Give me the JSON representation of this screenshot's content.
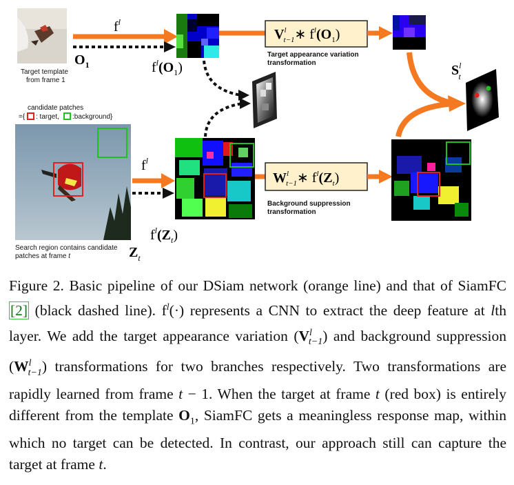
{
  "figure": {
    "label_f": "f",
    "sup_l": "l",
    "label_O1": "O",
    "sub_1": "1",
    "label_fO1_pre": "f",
    "label_fO1_mid": "(O",
    "label_fO1_end": ")",
    "label_fZt_pre": "f",
    "label_fZt_mid": "(Z",
    "label_fZt_end": ")",
    "sub_t": "t",
    "label_Zt": "Z",
    "label_St": "S",
    "template_caption_1": "Target template",
    "template_caption_2": "from frame 1",
    "candidate_line1": "candidate patches",
    "candidate_line2a": "={",
    "candidate_target": ": target,",
    "candidate_background": ":background}",
    "search_caption_1": "Search region contains candidate",
    "search_caption_2": "patches at frame ",
    "search_caption_t": "t",
    "box_V_main": "V",
    "box_V_sub": "t−1",
    "box_V_rest": "∗ f",
    "box_V_arg": "(O",
    "box_W_main": "W",
    "box_W_sub": "t−1",
    "box_W_rest": "∗ f",
    "box_W_arg": "(Z",
    "variation_caption_1": "Target appearance variation",
    "variation_caption_2": "transformation",
    "suppression_caption_1": "Background suppression",
    "suppression_caption_2": "transformation",
    "colors": {
      "orange": "#f47920",
      "target_box": "#e02020",
      "background_box": "#20c020",
      "transform_box_fill": "#fff1cc",
      "transform_box_stroke": "#222222"
    }
  },
  "caption": {
    "p1": "Figure 2. Basic pipeline of our DSiam network (orange line) and that of SiamFC ",
    "ref": "[2]",
    "p2": " (black dashed line). f",
    "p2_sup": "l",
    "p3": "(·) represents a CNN to extract the deep feature at ",
    "p3_l": "l",
    "p4": "th layer. We add the target appearance variation (",
    "v_sym": "V",
    "v_sup": "l",
    "v_sub": "t−1",
    "p5": ") and background suppression (",
    "w_sym": "W",
    "w_sup": "l",
    "w_sub": "t−1",
    "p6": ") transformations for two branches respectively.  Two transformations are rapidly learned from frame ",
    "p6_t": "t",
    "p7": " − 1. When the target at frame ",
    "p7_t": "t",
    "p8": " (red box) is entirely different from the template ",
    "o_sym": "O",
    "o_sub": "1",
    "p9": ", SiamFC gets a meaningless response map, within which no target can be detected. In contrast, our approach still can capture the target at frame ",
    "p9_t": "t",
    "p10": "."
  }
}
